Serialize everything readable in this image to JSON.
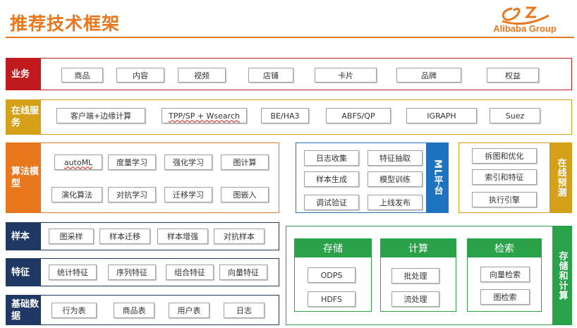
{
  "header": {
    "title": "推荐技术框架",
    "logo_text": "Alibaba Group"
  },
  "colors": {
    "red": "#c0191e",
    "gold": "#d4a017",
    "orange": "#e8771e",
    "navy": "#1f3864",
    "blue": "#1e73be",
    "green": "#2aa24a"
  },
  "rows": {
    "business": {
      "label": "业务",
      "items": [
        "商品",
        "内容",
        "视频",
        "店铺",
        "卡片",
        "品牌",
        "权益"
      ]
    },
    "online_service": {
      "label": "在线服务",
      "items": [
        "客户端+边缘计算",
        "TPP/SP + Wsearch",
        "BE/HA3",
        "ABFS/QP",
        "IGRAPH",
        "Suez"
      ]
    },
    "algorithm": {
      "label": "算法模型",
      "items": [
        "autoML",
        "度量学习",
        "强化学习",
        "图计算",
        "演化算法",
        "对抗学习",
        "迁移学习",
        "图嵌入"
      ]
    },
    "sample": {
      "label": "样本",
      "items": [
        "图采样",
        "样本迁移",
        "样本增强",
        "对抗样本"
      ]
    },
    "feature": {
      "label": "特征",
      "items": [
        "统计特征",
        "序列特征",
        "组合特征",
        "向量特征"
      ]
    },
    "base_data": {
      "label": "基础数据",
      "items": [
        "行为表",
        "商品表",
        "用户表",
        "日志"
      ]
    }
  },
  "ml_platform": {
    "label": "ML平台",
    "items": [
      "日志收集",
      "特征抽取",
      "样本生成",
      "模型训练",
      "调试验证",
      "上线发布"
    ]
  },
  "online_predict": {
    "label": "在线预测",
    "items": [
      "拆图和优化",
      "索引和特征",
      "执行引擎"
    ]
  },
  "storage_compute": {
    "label": "存储和计算",
    "groups": [
      {
        "title": "存储",
        "items": [
          "ODPS",
          "HDFS"
        ]
      },
      {
        "title": "计算",
        "items": [
          "批处理",
          "流处理"
        ]
      },
      {
        "title": "检索",
        "items": [
          "向量检索",
          "图检索"
        ]
      }
    ]
  }
}
